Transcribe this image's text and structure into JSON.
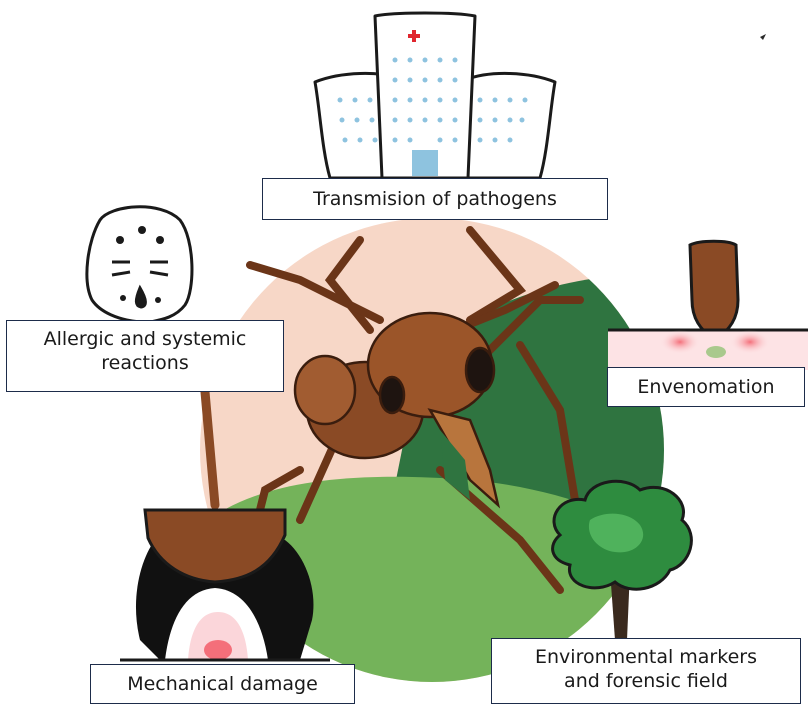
{
  "labels": {
    "pathogens": "Transmision of pathogens",
    "allergic_line1": "Allergic and systemic",
    "allergic_line2": "reactions",
    "envenomation": "Envenomation",
    "mechanical": "Mechanical damage",
    "environmental_line1": "Environmental markers",
    "environmental_line2": "and forensic field"
  },
  "icons": {
    "hospital": "hospital-building-icon",
    "face": "allergic-face-icon",
    "sting": "stinger-skin-icon",
    "bite": "bite-wound-icon",
    "tree": "tree-icon",
    "insect": "ant-insect-icon"
  },
  "colors": {
    "circle_background": "#f7d7c7",
    "green_field": "#74b35a",
    "dark_green": "#2f7440",
    "insect_brown": "#8a4a25",
    "label_border": "#1d2c4a",
    "hospital_window": "#8ec3df",
    "wound_red": "#ee4b55"
  }
}
